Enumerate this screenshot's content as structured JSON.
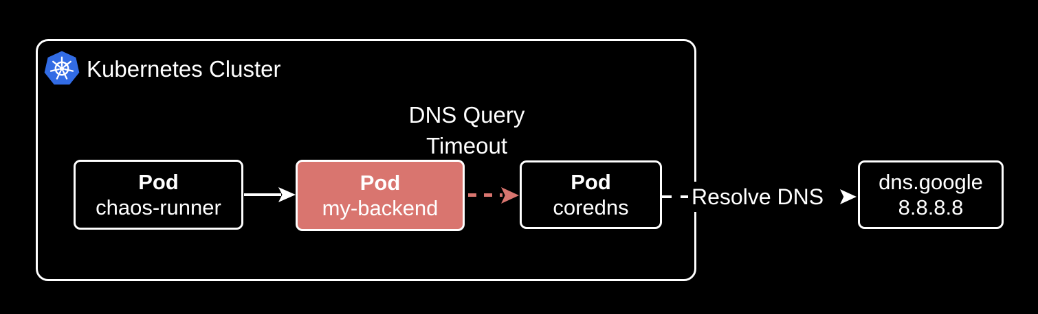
{
  "diagram": {
    "cluster": {
      "title": "Kubernetes Cluster",
      "logo": "kubernetes-icon"
    },
    "nodes": [
      {
        "id": "chaos-runner",
        "line1": "Pod",
        "line2": "chaos-runner",
        "fill": "#000000",
        "stroke": "#ffffff"
      },
      {
        "id": "my-backend",
        "line1": "Pod",
        "line2": "my-backend",
        "fill": "#d9756f",
        "stroke": "#ffffff"
      },
      {
        "id": "coredns",
        "line1": "Pod",
        "line2": "coredns",
        "fill": "#000000",
        "stroke": "#ffffff"
      },
      {
        "id": "dns-google",
        "line1": "dns.google",
        "line2": "8.8.8.8",
        "fill": "#000000",
        "stroke": "#ffffff"
      }
    ],
    "edges": [
      {
        "from": "chaos-runner",
        "to": "my-backend",
        "style": "solid",
        "color": "#ffffff",
        "label": ""
      },
      {
        "from": "my-backend",
        "to": "coredns",
        "style": "dashed",
        "color": "#d9756f",
        "label": "DNS Query Timeout"
      },
      {
        "from": "coredns",
        "to": "dns-google",
        "style": "solid",
        "color": "#ffffff",
        "label": "Resolve DNS"
      }
    ],
    "labels": {
      "dns_query_line1": "DNS Query",
      "dns_query_line2": "Timeout",
      "resolve_dns": "Resolve DNS"
    },
    "colors": {
      "background": "#000000",
      "stroke": "#ffffff",
      "error_fill": "#d9756f",
      "kubernetes_blue": "#326ce5"
    }
  }
}
